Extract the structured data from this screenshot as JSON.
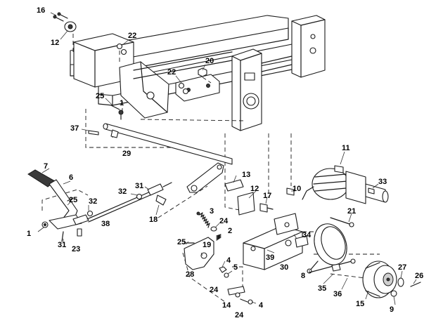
{
  "diagram": {
    "callouts": [
      {
        "id": "c16a",
        "text": "16"
      },
      {
        "id": "c12a",
        "text": "12"
      },
      {
        "id": "c22a",
        "text": "22"
      },
      {
        "id": "c20",
        "text": "20"
      },
      {
        "id": "c22b",
        "text": "22"
      },
      {
        "id": "c25a",
        "text": "25"
      },
      {
        "id": "c1a",
        "text": "1"
      },
      {
        "id": "c37",
        "text": "37"
      },
      {
        "id": "c29",
        "text": "29"
      },
      {
        "id": "c7",
        "text": "7"
      },
      {
        "id": "c6",
        "text": "6"
      },
      {
        "id": "c25b",
        "text": "25"
      },
      {
        "id": "c32a",
        "text": "32"
      },
      {
        "id": "c31a",
        "text": "31"
      },
      {
        "id": "c32b",
        "text": "32"
      },
      {
        "id": "c38",
        "text": "38"
      },
      {
        "id": "c1b",
        "text": "1"
      },
      {
        "id": "c31b",
        "text": "31"
      },
      {
        "id": "c23",
        "text": "23"
      },
      {
        "id": "c18",
        "text": "18"
      },
      {
        "id": "c13",
        "text": "13"
      },
      {
        "id": "c12b",
        "text": "12"
      },
      {
        "id": "c17",
        "text": "17"
      },
      {
        "id": "c10",
        "text": "10"
      },
      {
        "id": "c11",
        "text": "11"
      },
      {
        "id": "c33",
        "text": "33"
      },
      {
        "id": "c21",
        "text": "21"
      },
      {
        "id": "c3",
        "text": "3"
      },
      {
        "id": "c24a",
        "text": "24"
      },
      {
        "id": "c2",
        "text": "2"
      },
      {
        "id": "c25c",
        "text": "25"
      },
      {
        "id": "c19",
        "text": "19"
      },
      {
        "id": "c28",
        "text": "28"
      },
      {
        "id": "c4a",
        "text": "4"
      },
      {
        "id": "c5",
        "text": "5"
      },
      {
        "id": "c24b",
        "text": "24"
      },
      {
        "id": "c14",
        "text": "14"
      },
      {
        "id": "c24c",
        "text": "24"
      },
      {
        "id": "c4b",
        "text": "4"
      },
      {
        "id": "c34",
        "text": "34"
      },
      {
        "id": "c39",
        "text": "39"
      },
      {
        "id": "c30",
        "text": "30"
      },
      {
        "id": "c8",
        "text": "8"
      },
      {
        "id": "c35",
        "text": "35"
      },
      {
        "id": "c36",
        "text": "36"
      },
      {
        "id": "c15",
        "text": "15"
      },
      {
        "id": "c27",
        "text": "27"
      },
      {
        "id": "c26",
        "text": "26"
      },
      {
        "id": "c9",
        "text": "9"
      }
    ]
  }
}
